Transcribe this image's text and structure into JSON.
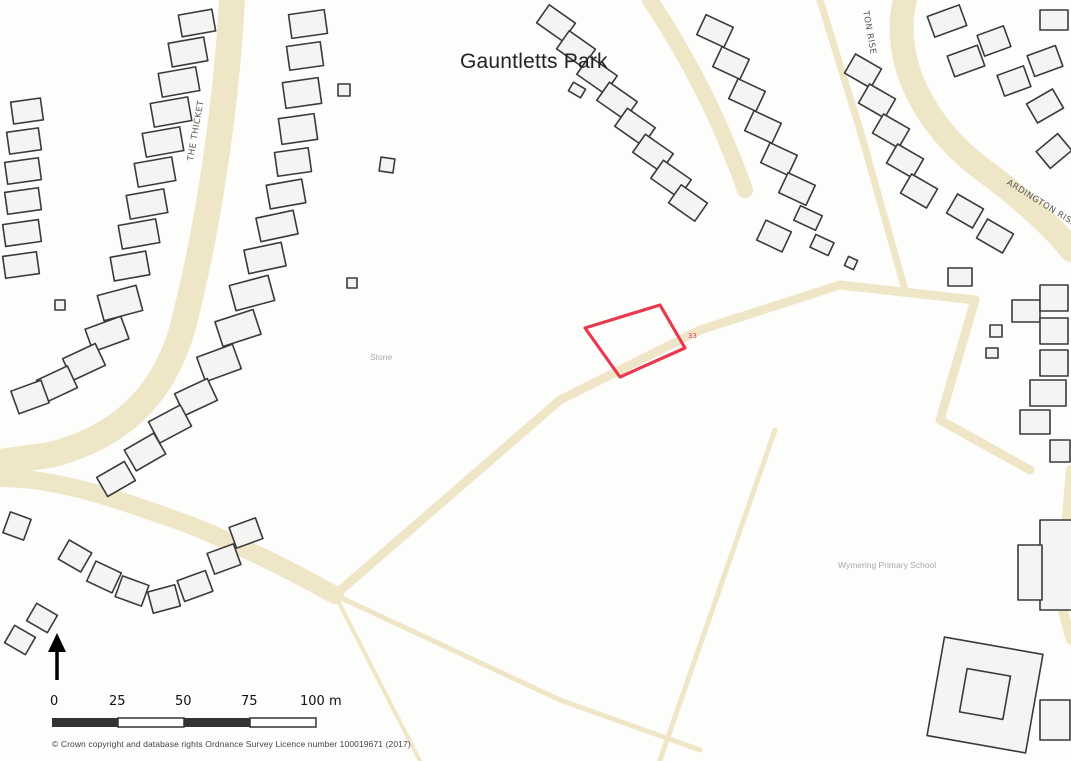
{
  "map": {
    "title": "Gauntletts Park",
    "road_labels": {
      "the_thicket": "THE THICKET",
      "ardington_rise": "ARDINGTON RISE",
      "top_rise": "TON RISE"
    },
    "place_labels": {
      "stone": "Stone",
      "school": "Wymering Primary School"
    },
    "scale_bar": {
      "ticks": [
        "0",
        "25",
        "50",
        "75",
        "100 m"
      ]
    },
    "copyright": "© Crown copyright and database rights Ordnance Survey Licence number 100019671 (2017)",
    "colors": {
      "site_boundary": "#e8394e",
      "road_casing": "#efe6c8",
      "building_outline": "#3a3a3a",
      "building_fill": "#f4f4f2",
      "background": "#fdfdfb"
    }
  }
}
